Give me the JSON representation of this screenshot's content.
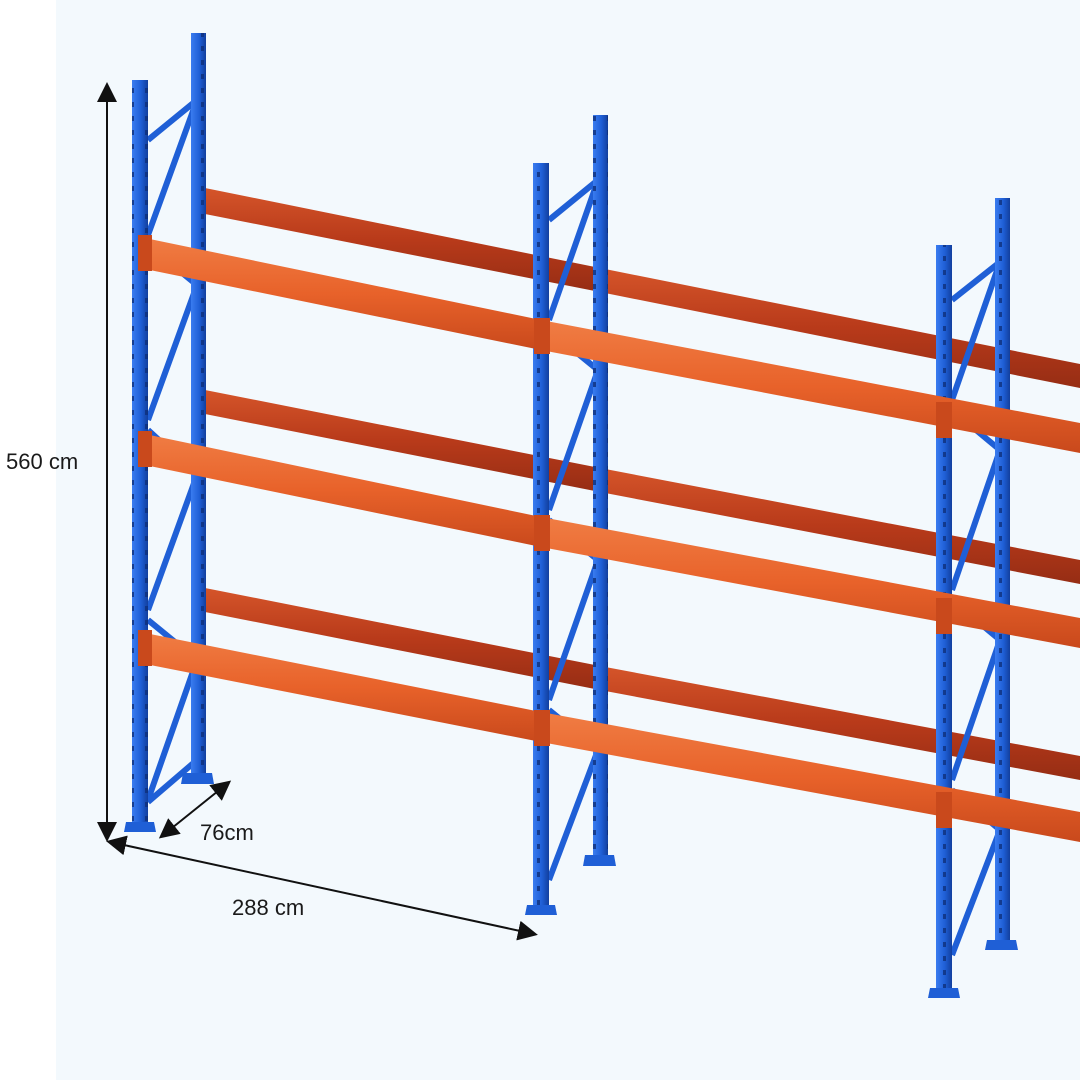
{
  "dimensions": {
    "height": "560 cm",
    "depth": "76cm",
    "length": "288 cm"
  },
  "colors": {
    "upright_blue": "#1f5fd6",
    "upright_dark": "#173fa0",
    "beam_front": "#e8622a",
    "beam_back": "#c2411f",
    "connector": "#d4501f",
    "background": "#f3f9fd"
  },
  "structure": {
    "frames": 3,
    "beam_levels": 3,
    "beams_per_level_per_bay": 2
  }
}
